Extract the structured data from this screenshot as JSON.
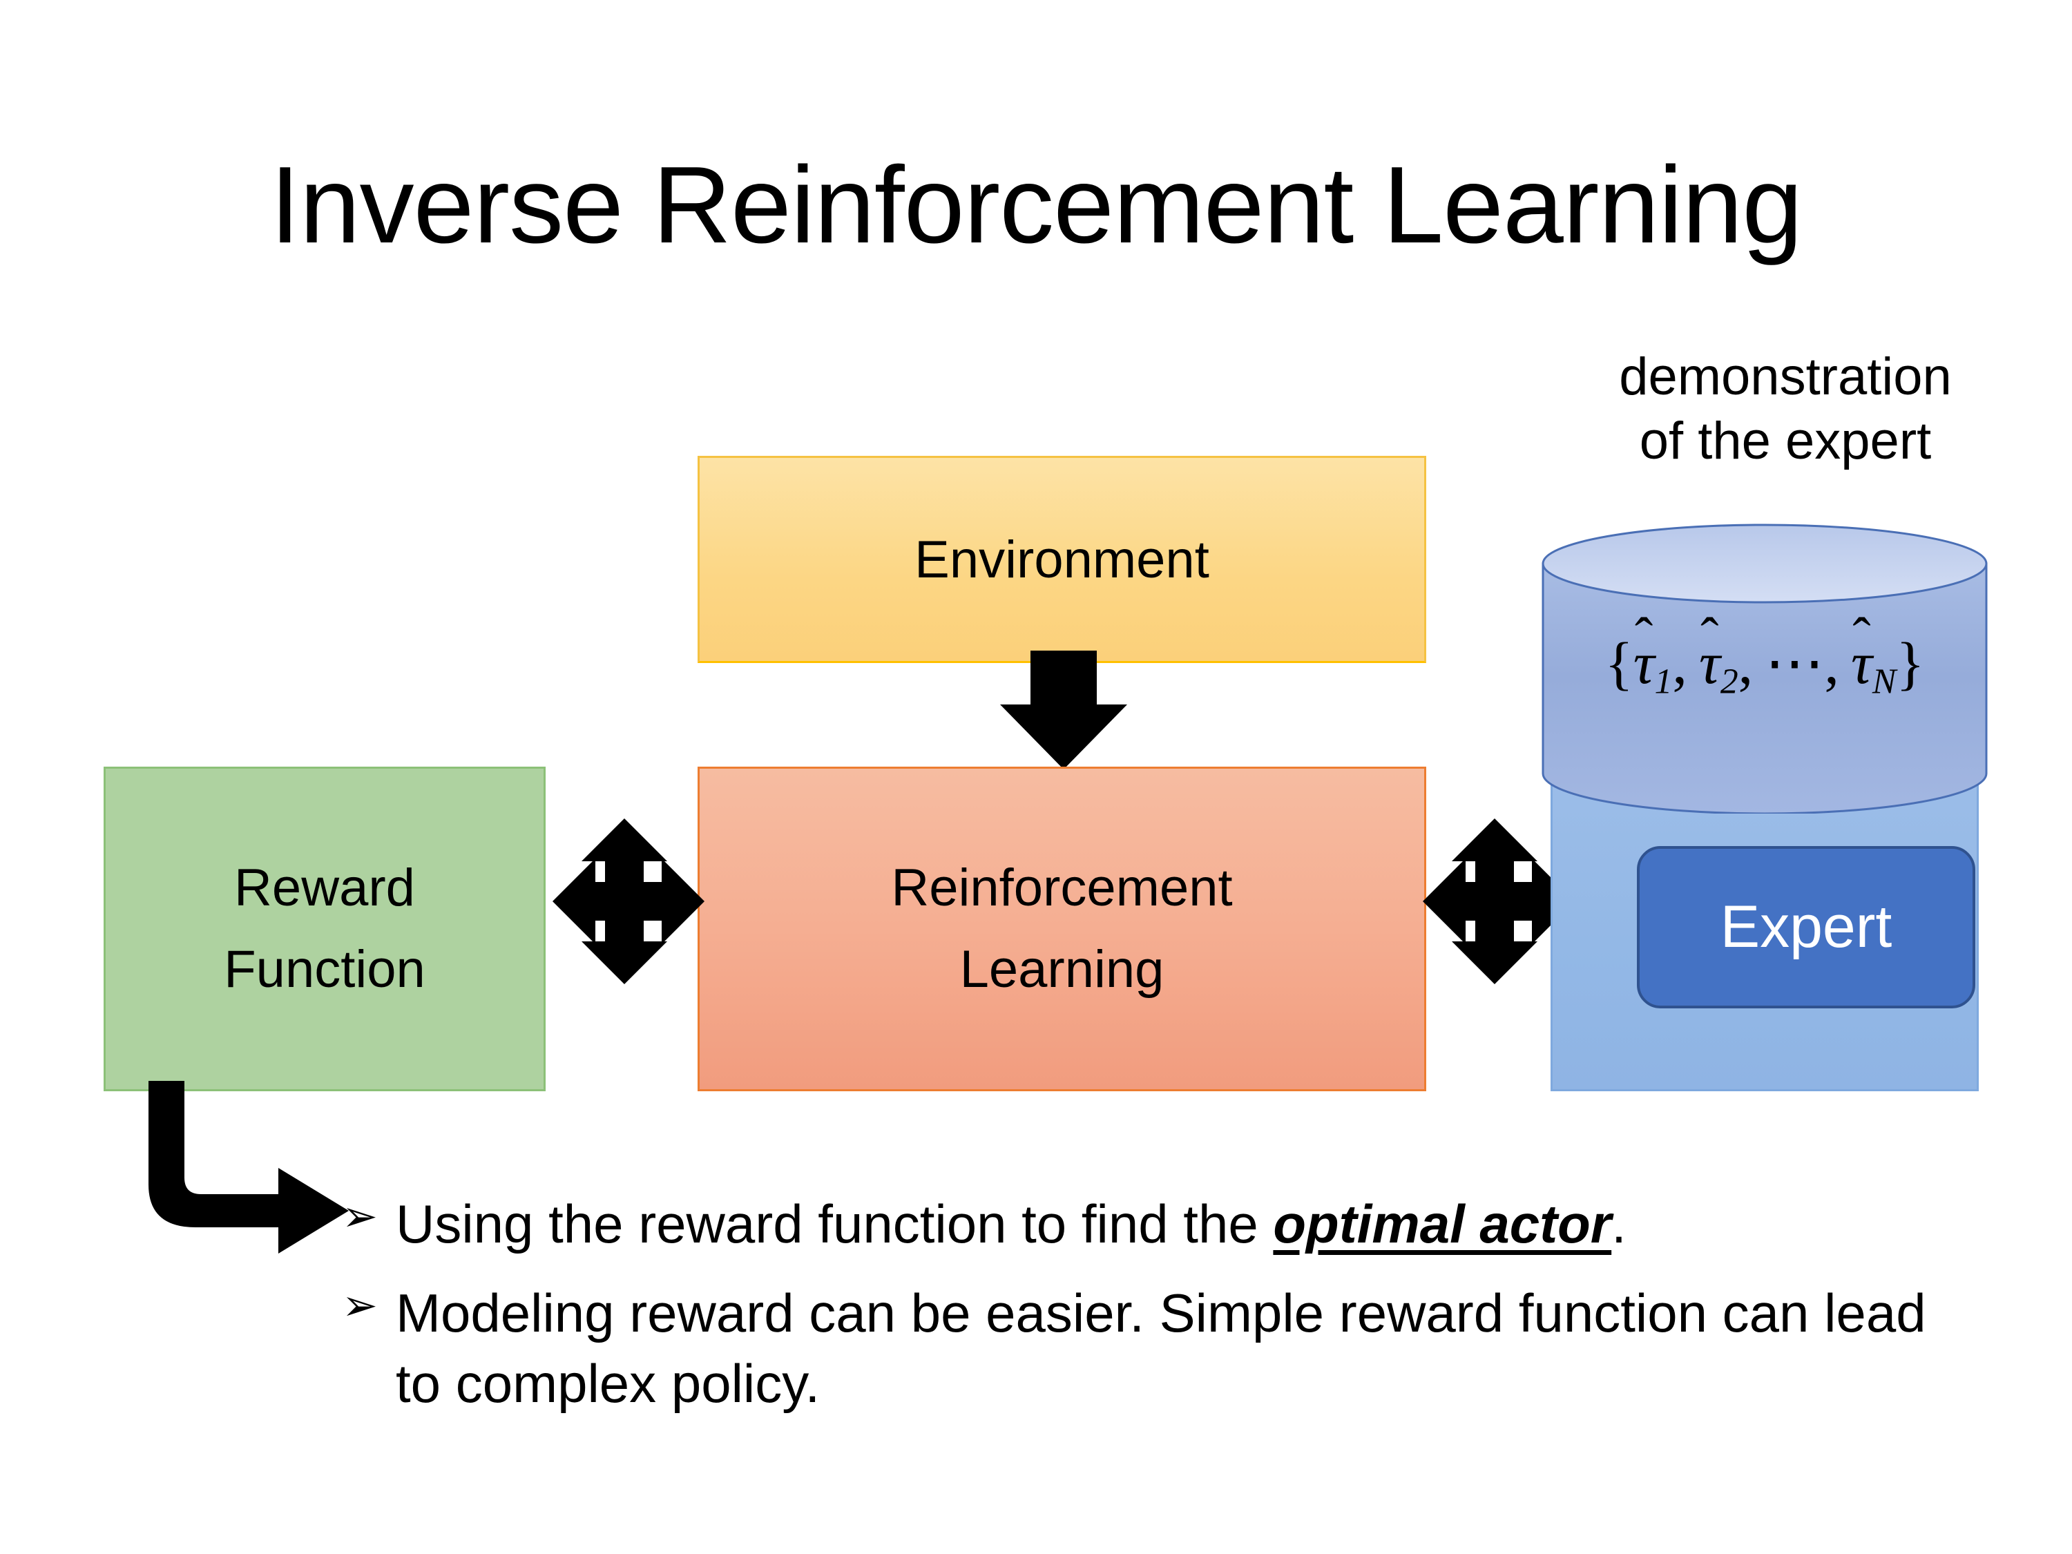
{
  "slide": {
    "title": "Inverse Reinforcement Learning",
    "background_color": "#FFFFFF"
  },
  "diagram": {
    "environment": {
      "label": "Environment",
      "fill_top": "#FDE3A6",
      "fill_bottom": "#FBD07A",
      "border_color": "#FFC000"
    },
    "reinforcement_learning": {
      "label_line1": "Reinforcement",
      "label_line2": "Learning",
      "fill_top": "#F6BCA1",
      "fill_bottom": "#F19C7E",
      "border_color": "#ED7D31"
    },
    "reward_function": {
      "label_line1": "Reward",
      "label_line2": "Function",
      "fill": "#AED2A0",
      "border_color": "#8CC178"
    },
    "demonstration": {
      "caption_line1": "demonstration",
      "caption_line2": "of the expert",
      "cylinder_fill_top": "#CBD8F0",
      "cylinder_fill_body": "#97AEDD",
      "cylinder_border": "#4A6FB5",
      "formula": {
        "open_brace": "{",
        "close_brace": "}",
        "tau": "τ",
        "hat": "̂",
        "sub1": "1",
        "sub2": "2",
        "subN": "N",
        "ellipsis": "⋯",
        "comma": ",",
        "plain": "{τ̂1, τ̂2, ⋯, τ̂N}"
      },
      "container_fill": "#93B8E6",
      "container_border": "#7FA9DE",
      "expert": {
        "label": "Expert",
        "fill": "#4472C4",
        "border_color": "#2F528F",
        "text_color": "#FFFFFF"
      }
    },
    "arrows": {
      "environment_to_rl": "down-block-arrow",
      "reward_to_rl": "quad-double-arrow",
      "rl_to_expert": "quad-double-arrow",
      "reward_to_bullets": "bent-elbow-arrow",
      "color": "#000000"
    }
  },
  "bullets": {
    "marker": "➢",
    "items": [
      {
        "text_before": "Using the reward function to find the ",
        "emphasis": "optimal actor",
        "text_after": "."
      },
      {
        "text_before": "Modeling reward can be easier. Simple reward function can lead to complex policy.",
        "emphasis": "",
        "text_after": ""
      }
    ]
  }
}
